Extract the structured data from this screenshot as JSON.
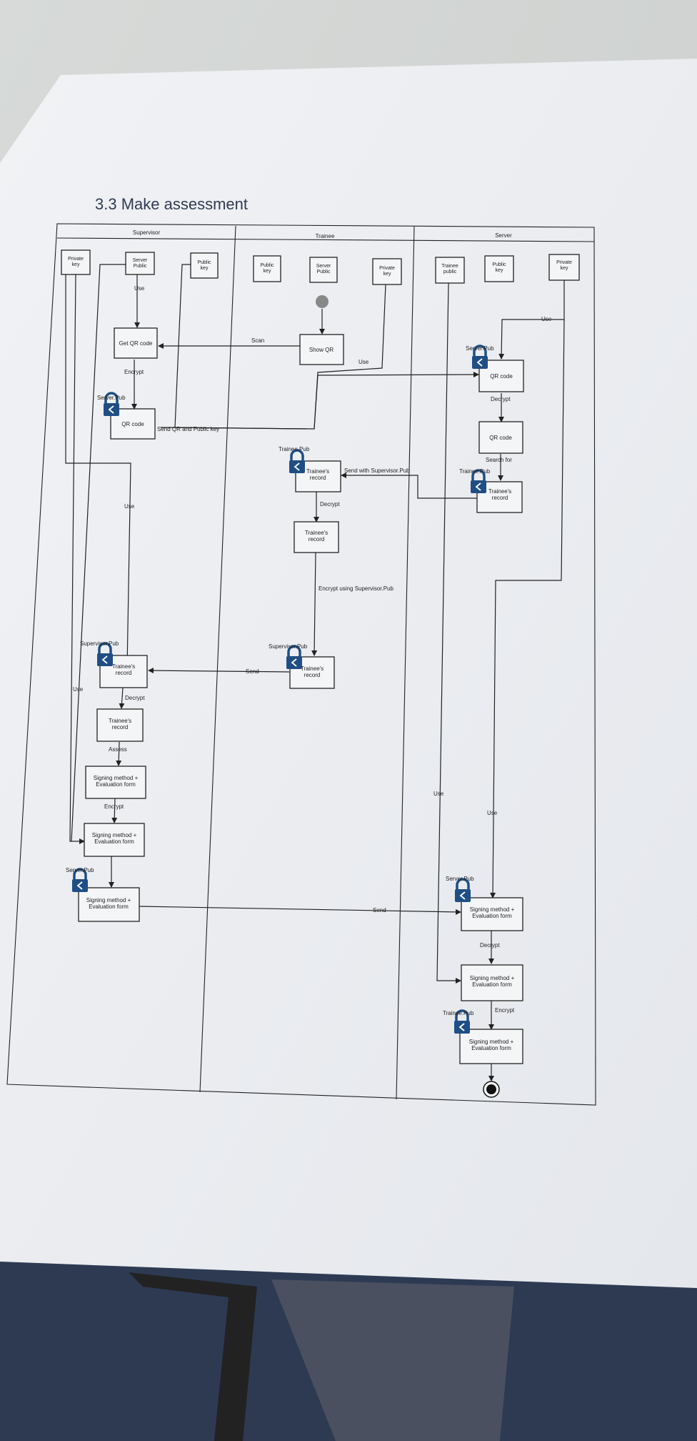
{
  "document": {
    "heading": "3.3 Make assessment",
    "lanes": [
      "Supervisor",
      "Trainee",
      "Server"
    ]
  },
  "keys": {
    "sup_private": "Private\nkey",
    "sup_server_public": "Server\nPublic",
    "sup_public": "Public\nkey",
    "tr_public": "Public\nkey",
    "tr_server_public": "Server\nPublic",
    "tr_private": "Private\nkey",
    "sv_trainee_public": "Trainee\npublic",
    "sv_public": "Public\nkey",
    "sv_private": "Private\nkey"
  },
  "nodes": {
    "get_qr": "Get QR code",
    "sup_qr": "QR code",
    "show_qr": "Show QR",
    "srv_qr_enc": "QR code",
    "srv_qr": "QR code",
    "srv_record": "Trainee's\nrecord",
    "tr_record_enc": "Trainee's\nrecord",
    "tr_record": "Trainee's\nrecord",
    "tr_record_sup": "Trainee's\nrecord",
    "sup_record_enc": "Trainee's\nrecord",
    "sup_record": "Trainee's\nrecord",
    "sup_form": "Signing method +\nEvaluation form",
    "sup_form2": "Signing method +\nEvaluation form",
    "sup_form_enc": "Signing method +\nEvaluation form",
    "srv_form_enc": "Signing method +\nEvaluation form",
    "srv_form": "Signing method +\nEvaluation form",
    "srv_form_tr": "Signing method +\nEvaluation form"
  },
  "edge_labels": {
    "use1": "Use",
    "encrypt1": "Encrypt",
    "scan": "Scan",
    "use_tr_private": "Use",
    "send_qr": "Send QR and Public key",
    "use_srv_private": "Use",
    "decrypt_srv": "Decrypt",
    "search_for": "Search for",
    "send_with_sup": "Send with Supervisor.Pub",
    "decrypt_tr": "Decrypt",
    "encrypt_sup_pub": "Encrypt using Supervisor.Pub",
    "use_mid": "Use",
    "send_record": "Send",
    "use_left": "Use",
    "decrypt_sup": "Decrypt",
    "assess": "Assess",
    "encrypt_form": "Encrypt",
    "send_form": "Send",
    "use_srv_tr": "Use",
    "use_srv_priv2": "Use",
    "decrypt_form": "Decrypt",
    "encrypt_final": "Encrypt"
  },
  "lock_labels": {
    "server_pub_sup": "Server.Pub",
    "server_pub_srv": "Server.Pub",
    "trainee_pub_tr": "Trainee.Pub",
    "trainee_pub_srv": "Trainee.Pub",
    "supervisor_pub_tr": "Supervisor.Pub",
    "supervisor_pub_sup": "Supervisor.Pub",
    "server_pub_form": "Server.Pub",
    "server_pub_srv2": "Server.Pub",
    "trainee_pub_final": "Trainee.Pub"
  },
  "colors": {
    "lock": "#1f4e85",
    "paper": "#eef0f3",
    "background_top": "#dcdfde",
    "background_bottom": "#2d3a52"
  }
}
